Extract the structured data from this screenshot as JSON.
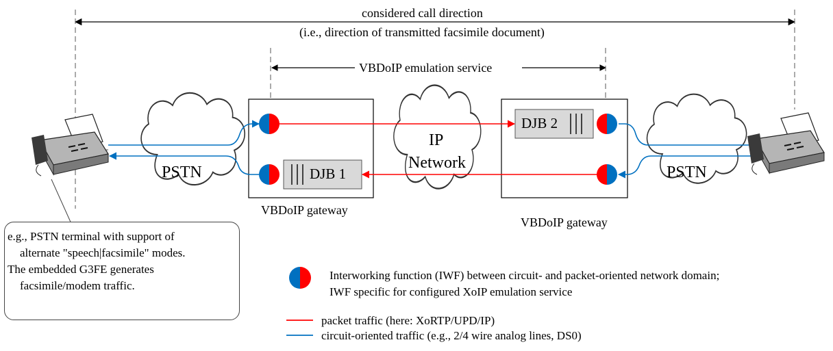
{
  "header": {
    "call_direction_line1": "considered call direction",
    "call_direction_line2": "(i.e., direction of transmitted facsimile document)",
    "emulation_service": "VBDoIP emulation service"
  },
  "network": {
    "pstn_left": "PSTN",
    "pstn_right": "PSTN",
    "ip_line1": "IP",
    "ip_line2": "Network"
  },
  "gateways": {
    "left_label": "VBDoIP gateway",
    "right_label": "VBDoIP gateway",
    "djb1": "DJB 1",
    "djb2": "DJB 2"
  },
  "terminal_note": {
    "line1": "e.g., PSTN terminal with support of",
    "line2": "alternate \"speech|facsimile\" modes.",
    "line3": "The embedded G3FE generates",
    "line4": "facsimile/modem traffic."
  },
  "legend": {
    "iwf_line1": "Interworking function (IWF) between circuit- and packet-oriented network domain;",
    "iwf_line2": "IWF specific for configured XoIP emulation service",
    "packet": "packet traffic (here: XoRTP/UPD/IP)",
    "circuit": "circuit-oriented traffic (e.g., 2/4 wire analog lines, DS0)"
  },
  "colors": {
    "packet_red": "#ff0000",
    "circuit_blue": "#0070c0",
    "djb_fill": "#d9d9d9"
  },
  "icons": [
    "fax-machine-icon",
    "cloud-icon",
    "iwf-circle-icon"
  ]
}
